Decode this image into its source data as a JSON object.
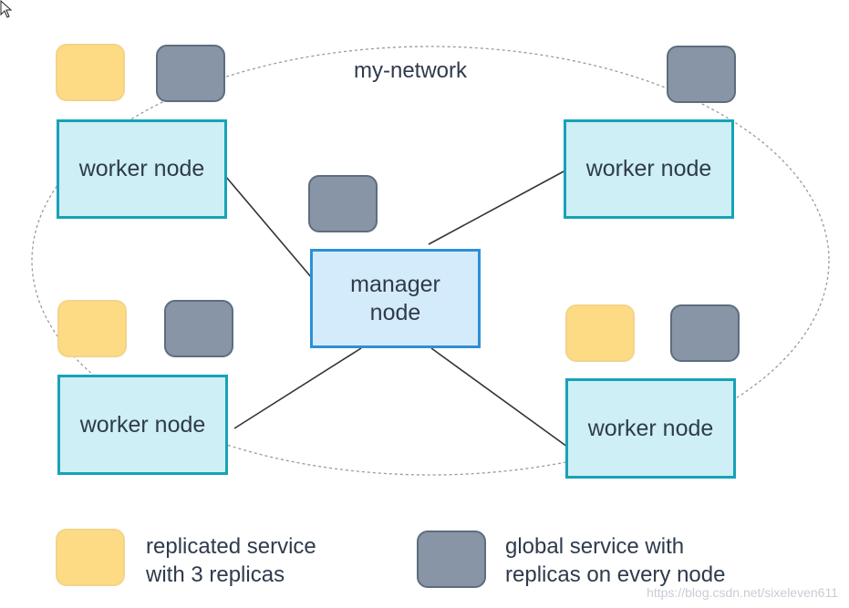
{
  "diagram": {
    "network_label": "my-network",
    "manager": {
      "line1": "manager",
      "line2": "node"
    },
    "workers": [
      {
        "label": "worker node"
      },
      {
        "label": "worker node"
      },
      {
        "label": "worker node"
      },
      {
        "label": "worker node"
      }
    ],
    "colors": {
      "worker_fill": "#cdeff5",
      "worker_border": "#17a2b8",
      "manager_fill": "#d4ebfb",
      "manager_border": "#2d8fd6",
      "replicated_service": "#fddb84",
      "global_service": "#8795a6",
      "edge": "#333333",
      "network_outline": "#9a9a9a"
    }
  },
  "legend": {
    "replicated": {
      "line1": "replicated service",
      "line2": "with 3 replicas"
    },
    "global": {
      "line1": "global service with",
      "line2": "replicas on every node"
    }
  },
  "watermark": "https://blog.csdn.net/sixeleven611"
}
